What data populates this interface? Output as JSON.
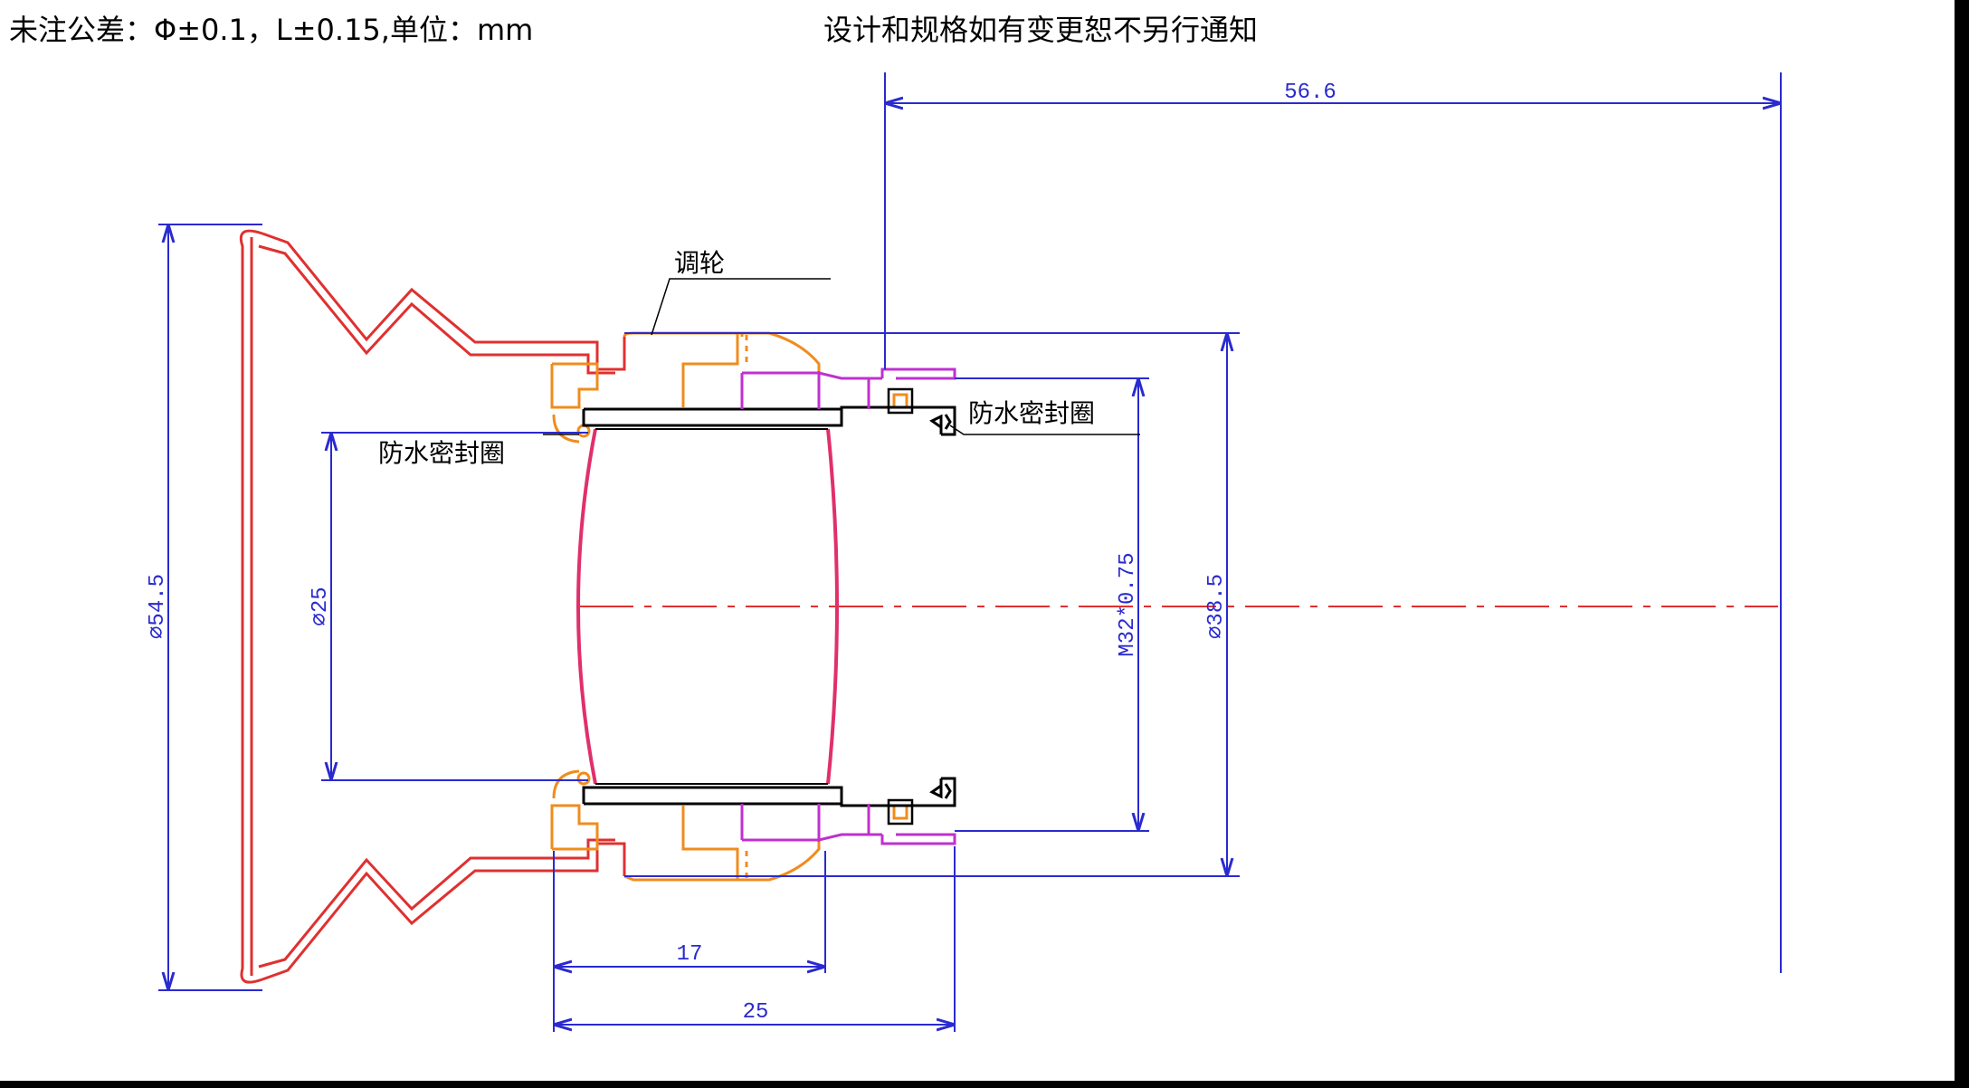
{
  "header": {
    "tolerance_note": "未注公差：Φ±0.1，L±0.15,单位：mm",
    "change_note": "设计和规格如有变更恕不另行通知"
  },
  "labels": {
    "adjust_wheel": "调轮",
    "seal_ring_left": "防水密封圈",
    "seal_ring_right": "防水密封圈"
  },
  "dimensions": {
    "overall_length": "56.6",
    "outer_diameter": "⌀54.5",
    "lens_diameter": "⌀25",
    "thread": "M32*0.75",
    "body_diameter": "⌀38.5",
    "length_17": "17",
    "length_25": "25"
  },
  "colors": {
    "dimension": "#2a2ad0",
    "eyecup": "#e03030",
    "lens": "#e0306a",
    "ring": "#f08c1e",
    "retainer": "#c030d0",
    "body": "#000000",
    "centerline": "#e03030"
  }
}
